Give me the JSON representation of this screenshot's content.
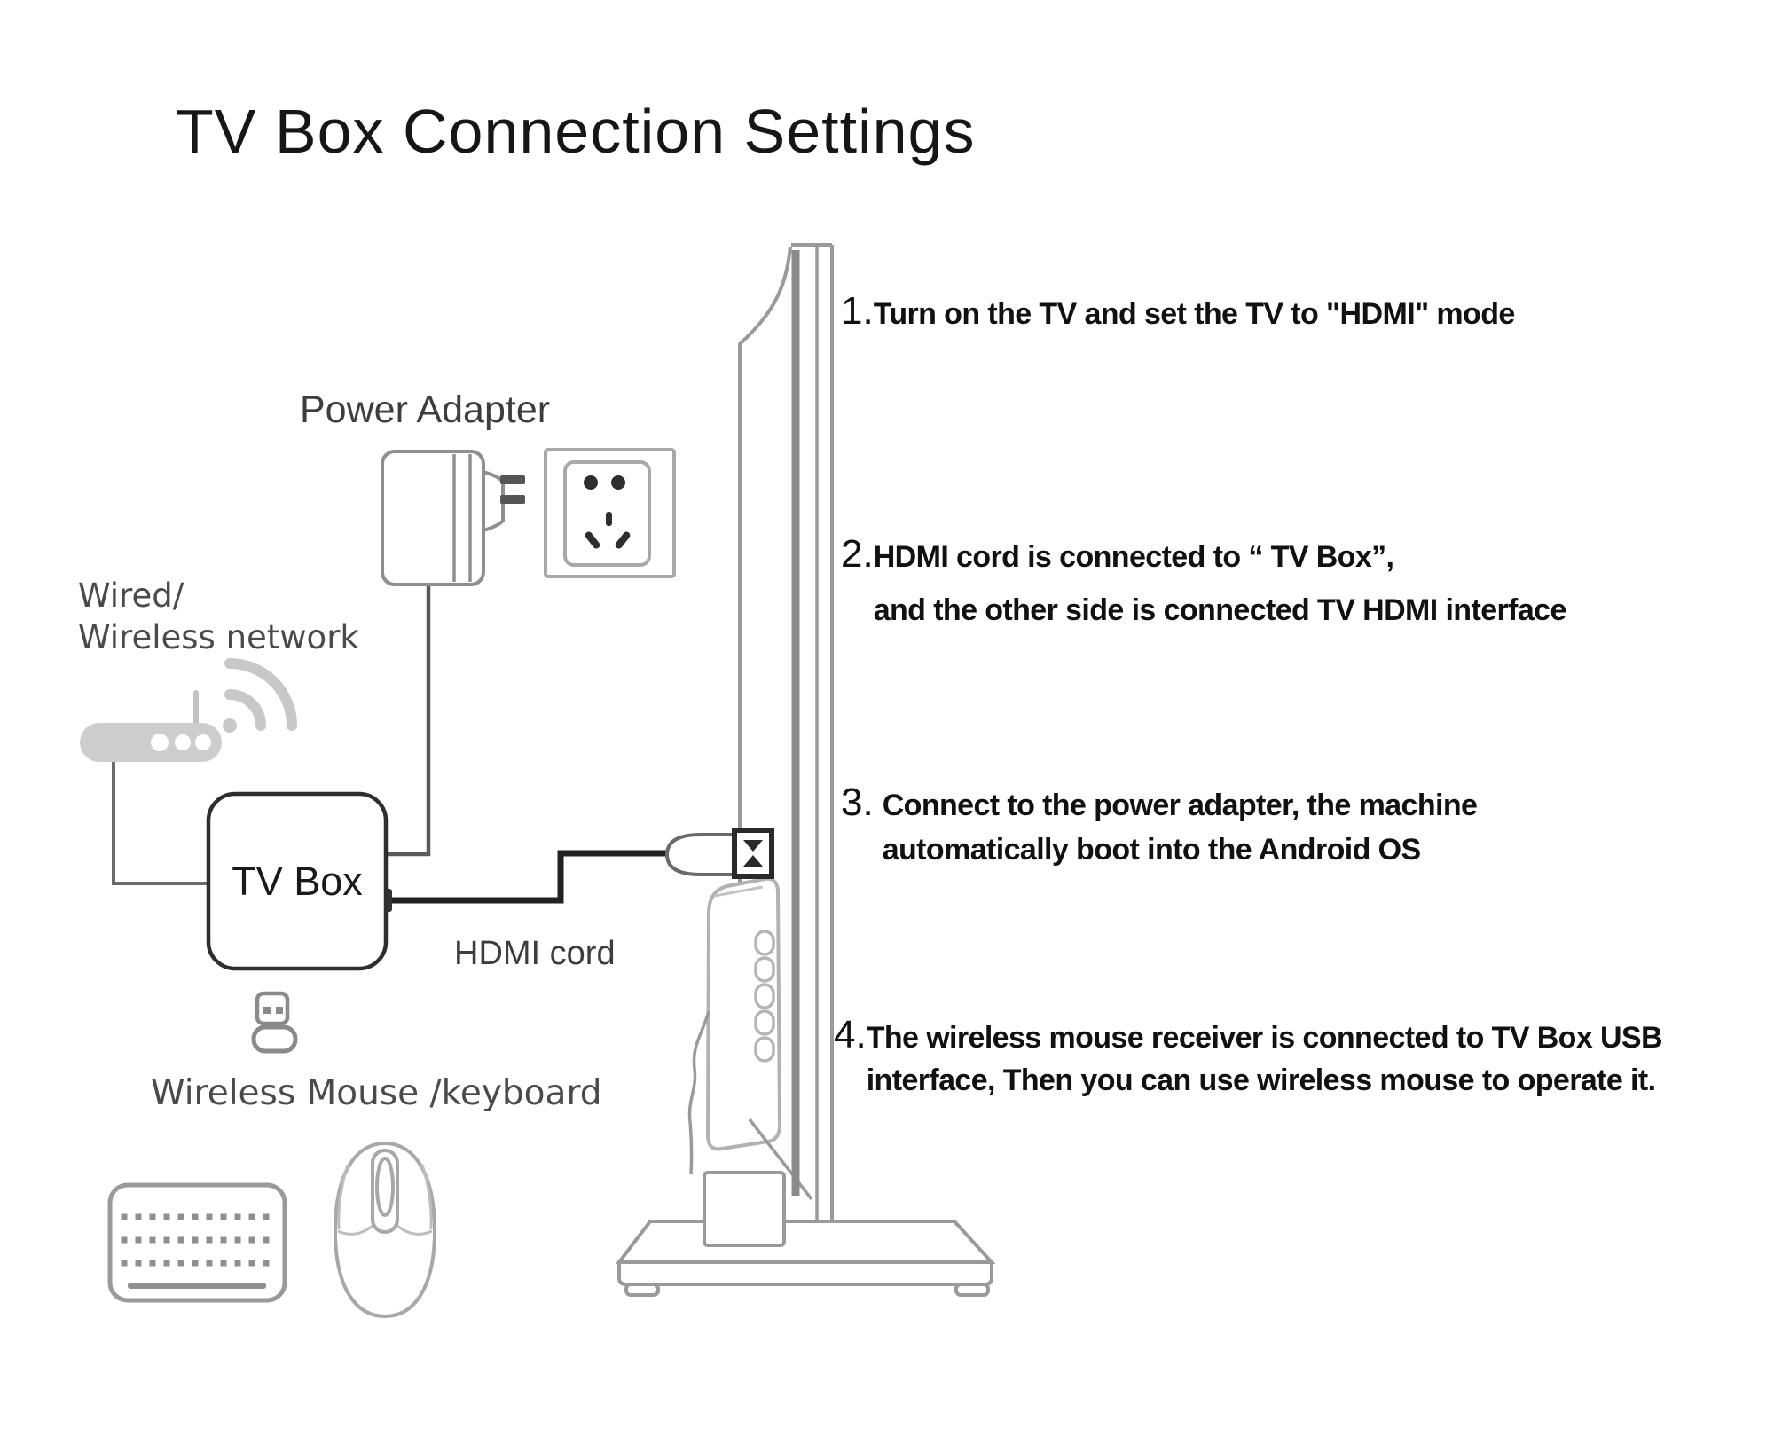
{
  "title": "TV Box Connection Settings",
  "labels": {
    "power_adapter": "Power Adapter",
    "network_line1": "Wired/",
    "network_line2": "Wireless network",
    "tv_box": "TV Box",
    "hdmi_cord": "HDMI cord",
    "mouse_keyboard": "Wireless Mouse /keyboard"
  },
  "instructions": [
    {
      "number": "1.",
      "line1": "Turn on the TV and set the TV to \"HDMI\" mode",
      "line2": ""
    },
    {
      "number": "2.",
      "line1": "HDMI cord is connected to “ TV Box”,",
      "line2": "and the other side is connected TV HDMI interface"
    },
    {
      "number": "3.",
      "line1": "Connect to the power adapter, the machine",
      "line2": "automatically boot into the Android OS"
    },
    {
      "number": "4.",
      "line1": "The wireless mouse receiver is connected to TV Box USB",
      "line2": "interface, Then you can use wireless mouse to operate it."
    }
  ],
  "icons": [
    "power-adapter-icon",
    "wall-socket-icon",
    "router-icon",
    "wifi-icon",
    "tv-box",
    "hdmi-plug-icon",
    "usb-dongle-icon",
    "keyboard-icon",
    "mouse-icon",
    "tv-icon"
  ],
  "colors": {
    "text_black": "#111111",
    "line_gray": "#9a9a9a",
    "cord_black": "#222222",
    "cord_gray": "#5a5a5a",
    "router_fill": "#cdcdcd",
    "wifi_gray": "#c8c8c8",
    "background": "#ffffff"
  }
}
